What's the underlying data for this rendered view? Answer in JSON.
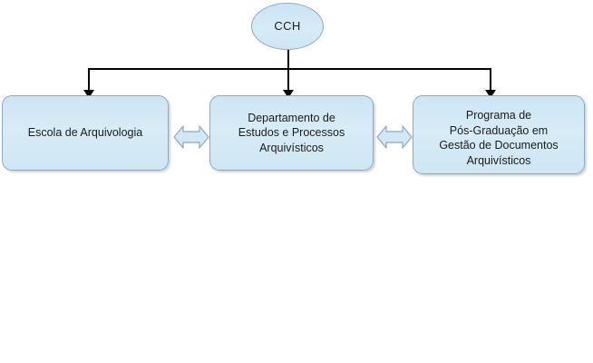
{
  "diagram": {
    "title": "CCH organizational structure",
    "colors": {
      "node_fill": "#d3e8f6",
      "node_border": "#8fa8bd",
      "connector": "#000000",
      "text": "#1b1b1b",
      "background": "#ffffff"
    },
    "root": {
      "id": "cch",
      "label": "CCH",
      "shape": "ellipse"
    },
    "units": [
      {
        "id": "escola-arquivologia",
        "label": "Escola de Arquivologia",
        "shape": "rounded-rectangle",
        "lines": 1
      },
      {
        "id": "departamento-estudos-processos",
        "label": "Departamento de\nEstudos e Processos\nArquivísticos",
        "shape": "rounded-rectangle",
        "lines": 3
      },
      {
        "id": "programa-pos-graduacao",
        "label": "Programa de\nPós-Graduação em\nGestão de Documentos\nArquivísticos",
        "shape": "rounded-rectangle",
        "lines": 4,
        "note": "fourth line is clipped by the box frame"
      }
    ],
    "connectors": [
      {
        "id": "cch-to-escola",
        "from": "cch",
        "to": "escola-arquivologia",
        "type": "arrow",
        "direction": "down"
      },
      {
        "id": "cch-to-departamento",
        "from": "cch",
        "to": "departamento-estudos-processos",
        "type": "arrow",
        "direction": "down"
      },
      {
        "id": "cch-to-programa",
        "from": "cch",
        "to": "programa-pos-graduacao",
        "type": "arrow",
        "direction": "down"
      },
      {
        "id": "escola-departamento",
        "from": "escola-arquivologia",
        "to": "departamento-estudos-processos",
        "type": "block-arrow",
        "direction": "bidirectional"
      },
      {
        "id": "departamento-programa",
        "from": "departamento-estudos-processos",
        "to": "programa-pos-graduacao",
        "type": "block-arrow",
        "direction": "bidirectional"
      }
    ]
  }
}
